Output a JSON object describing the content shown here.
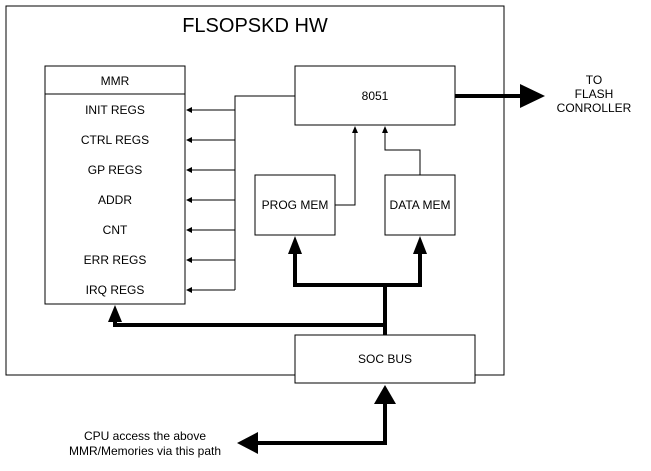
{
  "diagram": {
    "title": "FLSOPSKD HW",
    "mmr": {
      "header": "MMR",
      "registers": [
        "INIT REGS",
        "CTRL REGS",
        "GP REGS",
        "ADDR",
        "CNT",
        "ERR REGS",
        "IRQ REGS"
      ]
    },
    "cpu_8051": "8051",
    "prog_mem": "PROG MEM",
    "data_mem": "DATA MEM",
    "soc_bus": "SOC BUS",
    "flash_label": [
      "TO",
      "FLASH",
      "CONROLLER"
    ],
    "cpu_access_label": [
      "CPU access the above",
      "MMR/Memories via this path"
    ]
  }
}
